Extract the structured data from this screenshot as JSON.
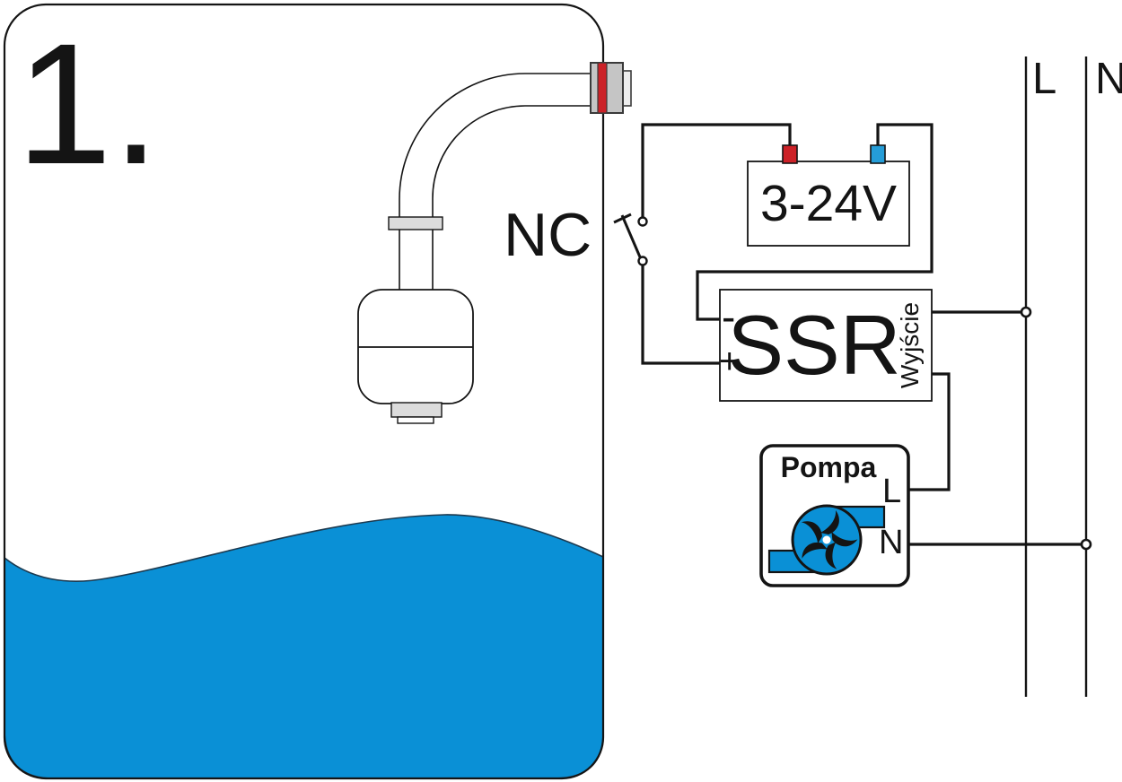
{
  "figure": {
    "number": "1."
  },
  "float_switch": {
    "contact_label": "NC"
  },
  "power_supply": {
    "voltage": "3-24V"
  },
  "ssr": {
    "label": "SSR",
    "minus": "-",
    "plus": "+",
    "output": "Wyjście"
  },
  "pump": {
    "title": "Pompa",
    "terminal_live": "L",
    "terminal_neutral": "N"
  },
  "mains": {
    "live": "L",
    "neutral": "N"
  },
  "colors": {
    "water": "#0a90d6",
    "pump": "#0a90d6",
    "red": "#cc2127",
    "blue": "#259dd8",
    "gland_gray": "#c5c5c5",
    "collar_gray": "#dcdcdc",
    "line": "#141414"
  }
}
